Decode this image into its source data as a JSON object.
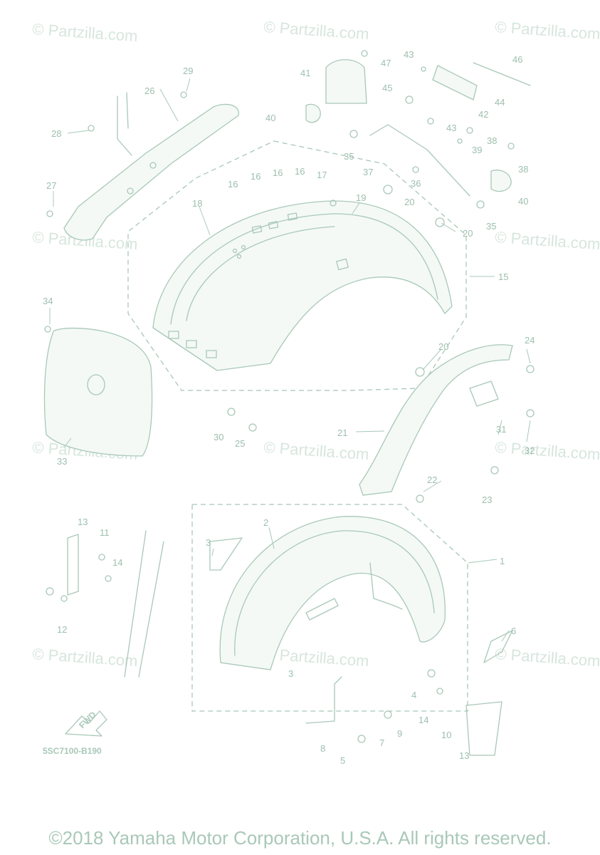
{
  "watermark": "© Partzilla.com",
  "diagram_code": "5SC7100-B190",
  "fwd_label": "FWD",
  "copyright": "©2018 Yamaha Motor Corporation, U.S.A. All rights reserved.",
  "callouts": {
    "c1": "1",
    "c2": "2",
    "c3a": "3",
    "c3b": "3",
    "c4": "4",
    "c5": "5",
    "c6": "6",
    "c7": "7",
    "c8": "8",
    "c9": "9",
    "c10": "10",
    "c11": "11",
    "c12": "12",
    "c13a": "13",
    "c13b": "13",
    "c14a": "14",
    "c14b": "14",
    "c15": "15",
    "c16a": "16",
    "c16b": "16",
    "c16c": "16",
    "c17": "17",
    "c18": "18",
    "c19": "19",
    "c20a": "20",
    "c20b": "20",
    "c20c": "20",
    "c21": "21",
    "c22": "22",
    "c23": "23",
    "c24": "24",
    "c25": "25",
    "c26": "26",
    "c27": "27",
    "c28": "28",
    "c29": "29",
    "c30": "30",
    "c31": "31",
    "c32": "32",
    "c33": "33",
    "c34": "34",
    "c35a": "35",
    "c35b": "35",
    "c36": "36",
    "c37": "37",
    "c38a": "38",
    "c38b": "38",
    "c39": "39",
    "c40a": "40",
    "c40b": "40",
    "c41": "41",
    "c42": "42",
    "c43a": "43",
    "c43b": "43",
    "c44": "44",
    "c45": "45",
    "c46": "46",
    "c47": "47"
  },
  "colors": {
    "line": "#a9c8b8",
    "text": "#9dbfae",
    "watermark": "#d7e6de"
  }
}
